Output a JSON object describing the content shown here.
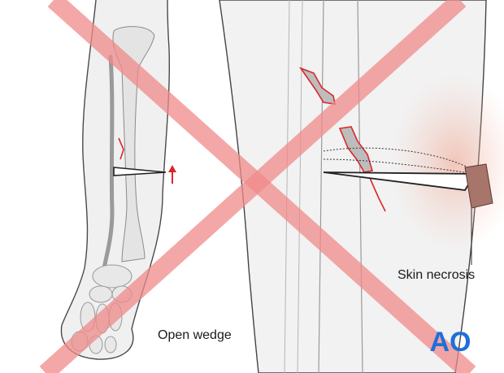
{
  "labels": {
    "open_wedge": "Open wedge",
    "skin_necrosis": "Skin necrosis"
  },
  "logo": {
    "text": "AO"
  },
  "colors": {
    "cross": "#f08a8a",
    "fracture_line": "#d9262b",
    "bone_fill": "#e6e6e6",
    "outline": "#333333",
    "necrosis_glow": "#f3b8a6",
    "necrosis_pad": "#a8756b",
    "logo": "#1f6fd8"
  },
  "icons": {
    "cross": "do-not-x-cross",
    "arrow": "red-up-arrow"
  }
}
